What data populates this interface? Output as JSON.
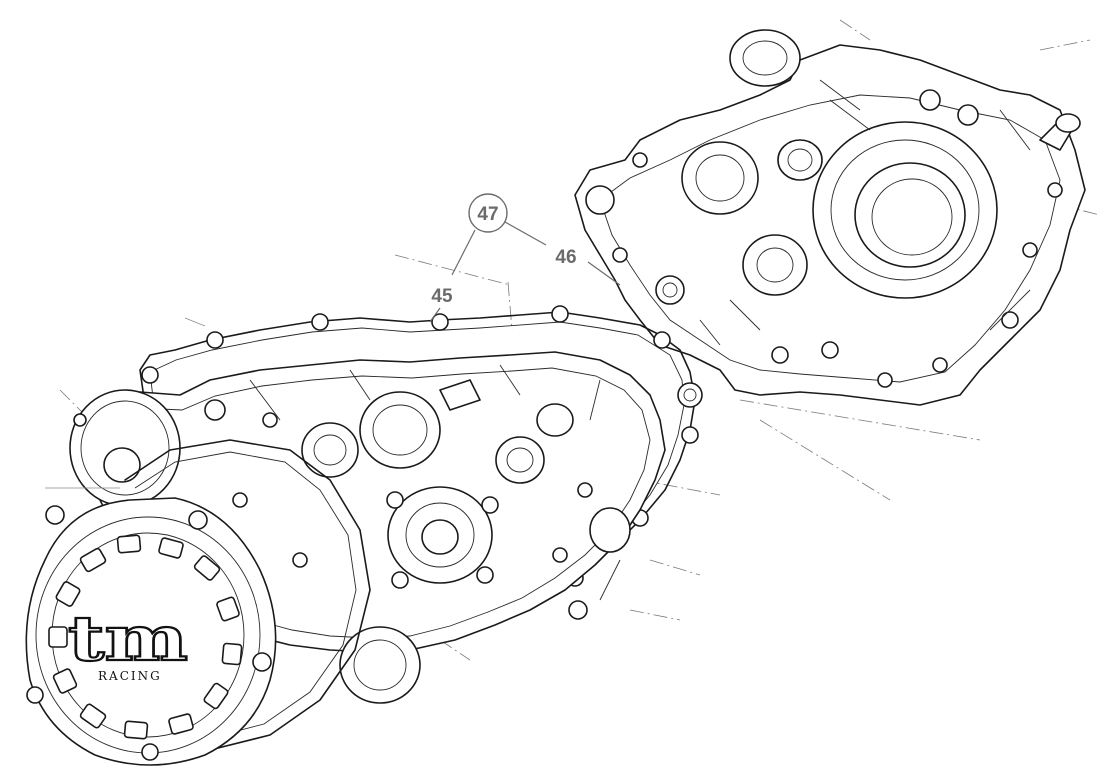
{
  "callouts": [
    {
      "id": "47",
      "label": "47",
      "circled": true
    },
    {
      "id": "46",
      "label": "46",
      "circled": false
    },
    {
      "id": "45",
      "label": "45",
      "circled": false
    }
  ],
  "logo": {
    "brand": "tm",
    "subtitle": "RACING"
  },
  "colors": {
    "line": "#1a1a1a",
    "callout": "#6b6b6b",
    "background": "#ffffff"
  }
}
